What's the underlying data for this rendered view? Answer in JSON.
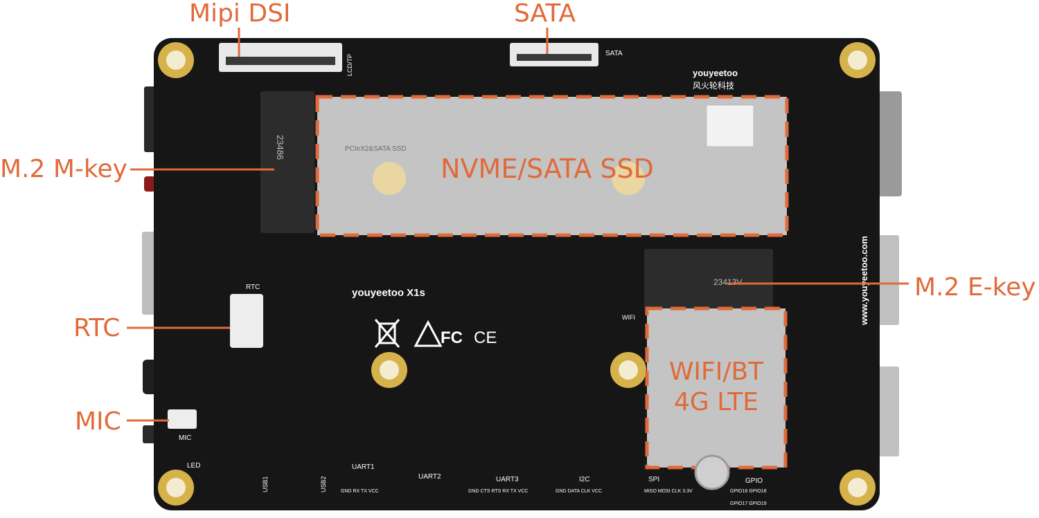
{
  "image": {
    "subject": "single-board computer bottom view",
    "colors": {
      "background": "#ffffff",
      "pcb": "#161616",
      "callout": "#e06a3a",
      "highlight_fill": "#d7d7d7",
      "mounting_ring": "#d6b24a"
    }
  },
  "callouts": {
    "mipi_dsi": "Mipi DSI",
    "sata": "SATA",
    "m2_mkey": "M.2 M-key",
    "m2_ekey": "M.2 E-key",
    "rtc": "RTC",
    "mic": "MIC"
  },
  "zones": {
    "ssd": "NVME/SATA SSD",
    "wireless_line1": "WIFI/BT",
    "wireless_line2": "4G LTE"
  },
  "silkscreen": {
    "board_name": "youyeetoo X1s",
    "brand": "youyeetoo",
    "brand_cn": "风火轮科技",
    "website": "www.youyeetoo.com",
    "ssd_label": "PCIeX2&SATA SSD",
    "mkey_part": "23486",
    "ekey_part": "23413V",
    "lcd": "LCD/TP",
    "sata_small": "SATA",
    "rtc_small": "RTC",
    "mic_small": "MIC",
    "wifi_small": "WIFI",
    "led": "LED",
    "uart1": "UART1",
    "uart2": "UART2",
    "uart3": "UART3",
    "i2c": "I2C",
    "spi": "SPI",
    "gpio": "GPIO",
    "usb1": "USB1",
    "usb2": "USB2",
    "fc": "FC",
    "ce": "CE",
    "uart1_pins": "GND RX TX VCC",
    "uart3_pins": "GND CTS RTS RX TX VCC",
    "i2c_pins": "GND DATA CLK VCC",
    "spi_pins": "MISO MOSI CLK 3.3V",
    "gpio_pins": "GPIO16 GPIO18",
    "gpio_pins2": "GPIO17 GPIO19"
  }
}
